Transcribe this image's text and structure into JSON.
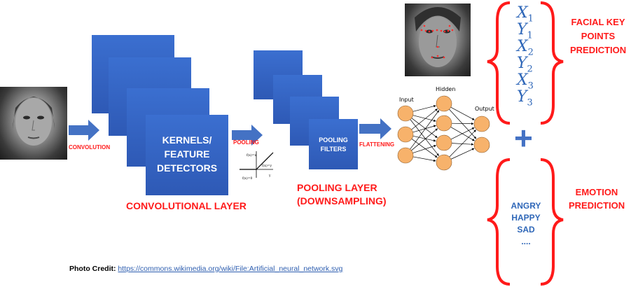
{
  "labels": {
    "convolution": "CONVOLUTION",
    "pooling": "POOLING",
    "flattening": "FLATTENING",
    "kernels_line1": "KERNELS/",
    "kernels_line2": "FEATURE",
    "kernels_line3": "DETECTORS",
    "pooling_filters_line1": "POOLING",
    "pooling_filters_line2": "FILTERS",
    "convolutional_layer": "CONVOLUTIONAL LAYER",
    "pooling_layer_line1": "POOLING LAYER",
    "pooling_layer_line2": "(DOWNSAMPLING)",
    "facial_key_line1": "FACIAL KEY",
    "facial_key_line2": "POINTS",
    "facial_key_line3": "PREDICTION",
    "emotion_line1": "EMOTION",
    "emotion_line2": "PREDICTION",
    "plus": "+"
  },
  "relu": {
    "f_x_x": "f(x)=x",
    "f_x_0": "f(x)=0",
    "f_x_y": "f(x)=y",
    "y_axis": "y"
  },
  "network": {
    "input_label": "Input",
    "hidden_label": "Hidden",
    "output_label": "Output"
  },
  "key_points": [
    {
      "var": "X",
      "sub": "1"
    },
    {
      "var": "Y",
      "sub": "1"
    },
    {
      "var": "X",
      "sub": "2"
    },
    {
      "var": "Y",
      "sub": "2"
    },
    {
      "var": "X",
      "sub": "3"
    },
    {
      "var": "Y",
      "sub": "3"
    }
  ],
  "emotions": [
    "ANGRY",
    "HAPPY",
    "SAD",
    "...."
  ],
  "credit": {
    "prefix": "Photo Credit:",
    "link": "https://commons.wikimedia.org/wiki/File:Artificial_neural_network.svg"
  },
  "colors": {
    "accent_red": "#ff1a1a",
    "layer_blue": "#4472c4",
    "text_blue": "#2f67b8",
    "node_orange": "#f7b26b"
  }
}
